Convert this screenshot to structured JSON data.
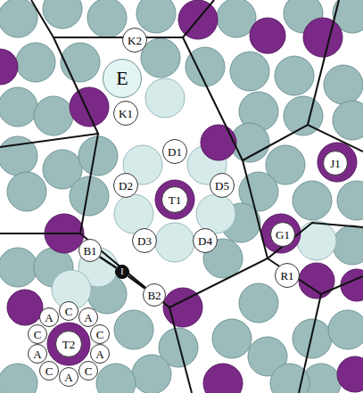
{
  "diagram": {
    "nodes": [
      {
        "text": [
          "K2"
        ]
      },
      {
        "text": [
          "E"
        ]
      },
      {
        "text": [
          "K1"
        ]
      },
      {
        "text": [
          "D1"
        ]
      },
      {
        "text": [
          "J1"
        ]
      },
      {
        "text": [
          "D2"
        ]
      },
      {
        "text": [
          "D5"
        ]
      },
      {
        "text": [
          "T1"
        ]
      },
      {
        "text": [
          "G1"
        ]
      },
      {
        "text": [
          "D3"
        ]
      },
      {
        "text": [
          "D4"
        ]
      },
      {
        "text": [
          "B1"
        ]
      },
      {
        "text": [
          "I"
        ]
      },
      {
        "text": [
          "R1"
        ]
      },
      {
        "text": [
          "B2"
        ]
      },
      {
        "text": [
          "A"
        ]
      },
      {
        "text": [
          "C"
        ]
      },
      {
        "text": [
          "A"
        ]
      },
      {
        "text": [
          "C"
        ]
      },
      {
        "text": [
          "C"
        ]
      },
      {
        "text": [
          "T2"
        ]
      },
      {
        "text": [
          "A"
        ]
      },
      {
        "text": [
          "A"
        ]
      },
      {
        "text": [
          "C"
        ]
      },
      {
        "text": [
          "C"
        ]
      },
      {
        "text": [
          "A"
        ]
      }
    ],
    "edges": [
      {
        "from": 11,
        "to": 12,
        "arrow": "none"
      },
      {
        "from": 12,
        "to": 14,
        "arrow": "none"
      }
    ]
  }
}
